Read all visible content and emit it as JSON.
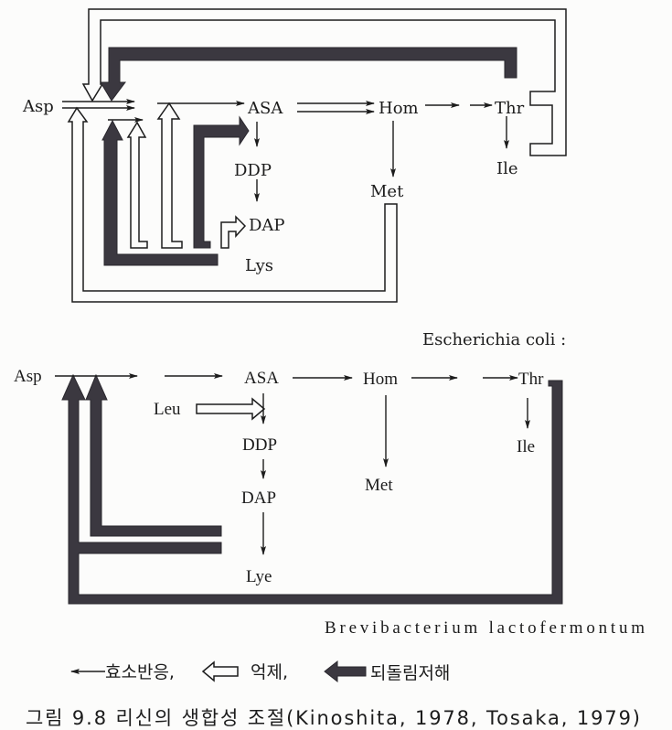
{
  "top_diagram": {
    "organism": "Escherichia coli :",
    "nodes": {
      "asp": "Asp",
      "asa": "ASA",
      "hom": "Hom",
      "thr": "Thr",
      "ile": "Ile",
      "met": "Met",
      "ddp": "DDP",
      "dap": "DAP",
      "lys": "Lys"
    }
  },
  "bottom_diagram": {
    "organism": "Brevibacterium lactofermontum",
    "nodes": {
      "asp": "Asp",
      "asa": "ASA",
      "hom": "Hom",
      "thr": "Thr",
      "ile": "Ile",
      "met": "Met",
      "ddp": "DDP",
      "dap": "DAP",
      "lye": "Lye",
      "leu": "Leu"
    }
  },
  "legend": {
    "enzyme_reaction": "효소반응,",
    "repression": "억제,",
    "feedback_inhibition": "되돌림저해"
  },
  "caption": "그림 9.8 리신의 생합성 조절(Kinoshita, 1978, Tosaka, 1979)",
  "colors": {
    "feedback_arrow": "#3b3840",
    "repression_arrow": "#ffffff",
    "text": "#1c1c1c"
  }
}
